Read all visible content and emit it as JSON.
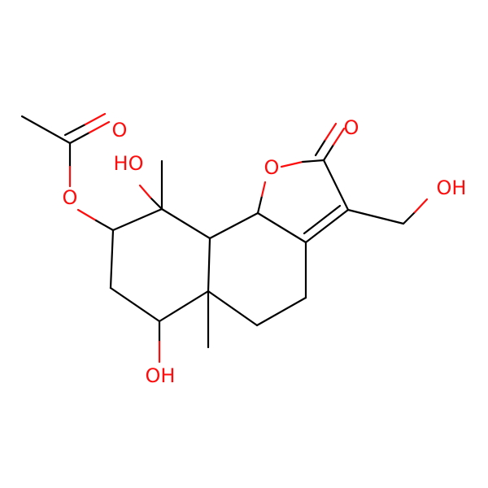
{
  "colors": {
    "background": "#ffffff",
    "bond": "#000000",
    "oxygen": "#ff0d0d"
  },
  "atoms": {
    "ester_carbonyl_o": "O",
    "ester_o": "O",
    "oh_9": "HO",
    "ring_o": "O",
    "lactone_carbonyl_o": "O",
    "ch2oh": "OH",
    "oh_6": "OH"
  }
}
